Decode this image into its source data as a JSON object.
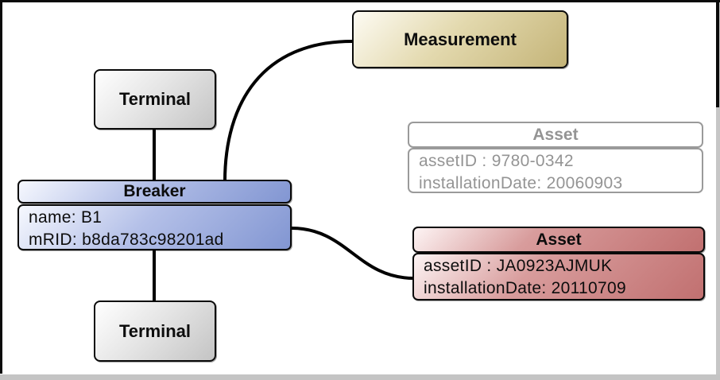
{
  "nodes": {
    "terminal_top": {
      "label": "Terminal"
    },
    "terminal_bottom": {
      "label": "Terminal"
    },
    "measurement": {
      "label": "Measurement"
    },
    "breaker": {
      "title": "Breaker",
      "attributes": [
        "name: B1",
        "mRID: b8da783c98201ad"
      ]
    },
    "asset_faded": {
      "title": "Asset",
      "attributes": [
        "assetID : 9780-0342",
        "installationDate: 20060903"
      ]
    },
    "asset_active": {
      "title": "Asset",
      "attributes": [
        "assetID : JA0923AJMUK",
        "installationDate: 20110709"
      ]
    }
  },
  "connections": [
    {
      "from": "terminal_top",
      "to": "breaker",
      "style": "straight"
    },
    {
      "from": "breaker",
      "to": "terminal_bottom",
      "style": "straight"
    },
    {
      "from": "breaker",
      "to": "measurement",
      "style": "curved"
    },
    {
      "from": "breaker",
      "to": "asset_active",
      "style": "curved"
    }
  ],
  "colors": {
    "terminal_fill": "#c4c4c4",
    "breaker_fill": "#8296d2",
    "measurement_fill": "#c4b478",
    "asset_active_fill": "#c17070",
    "asset_faded_border": "#9a9a9a",
    "asset_faded_text": "#949494",
    "connector": "#000000",
    "frame": "#0a0a0a"
  }
}
